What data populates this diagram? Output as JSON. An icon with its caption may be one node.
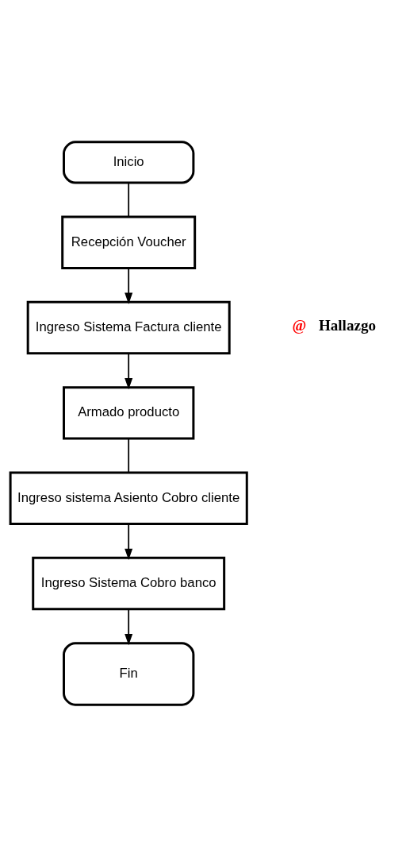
{
  "diagram": {
    "nodes": [
      {
        "text": [
          "Inicio"
        ]
      },
      {
        "text": [
          "Recepción Voucher"
        ]
      },
      {
        "text": [
          "Ingreso Sistema Factura cliente"
        ]
      },
      {
        "text": [
          "Armado producto"
        ]
      },
      {
        "text": [
          "Ingreso sistema Asiento Cobro cliente"
        ]
      },
      {
        "text": [
          "Ingreso Sistema Cobro banco"
        ]
      },
      {
        "text": [
          "Fin"
        ]
      }
    ],
    "edges": [
      {
        "from": 0,
        "to": 1,
        "arrow": "none"
      },
      {
        "from": 1,
        "to": 2,
        "arrow": "to"
      },
      {
        "from": 2,
        "to": 3,
        "arrow": "to"
      },
      {
        "from": 3,
        "to": 4,
        "arrow": "none"
      },
      {
        "from": 4,
        "to": 5,
        "arrow": "to"
      },
      {
        "from": 5,
        "to": 6,
        "arrow": "to"
      }
    ],
    "labels": [
      "@",
      "Hallazgo"
    ]
  }
}
